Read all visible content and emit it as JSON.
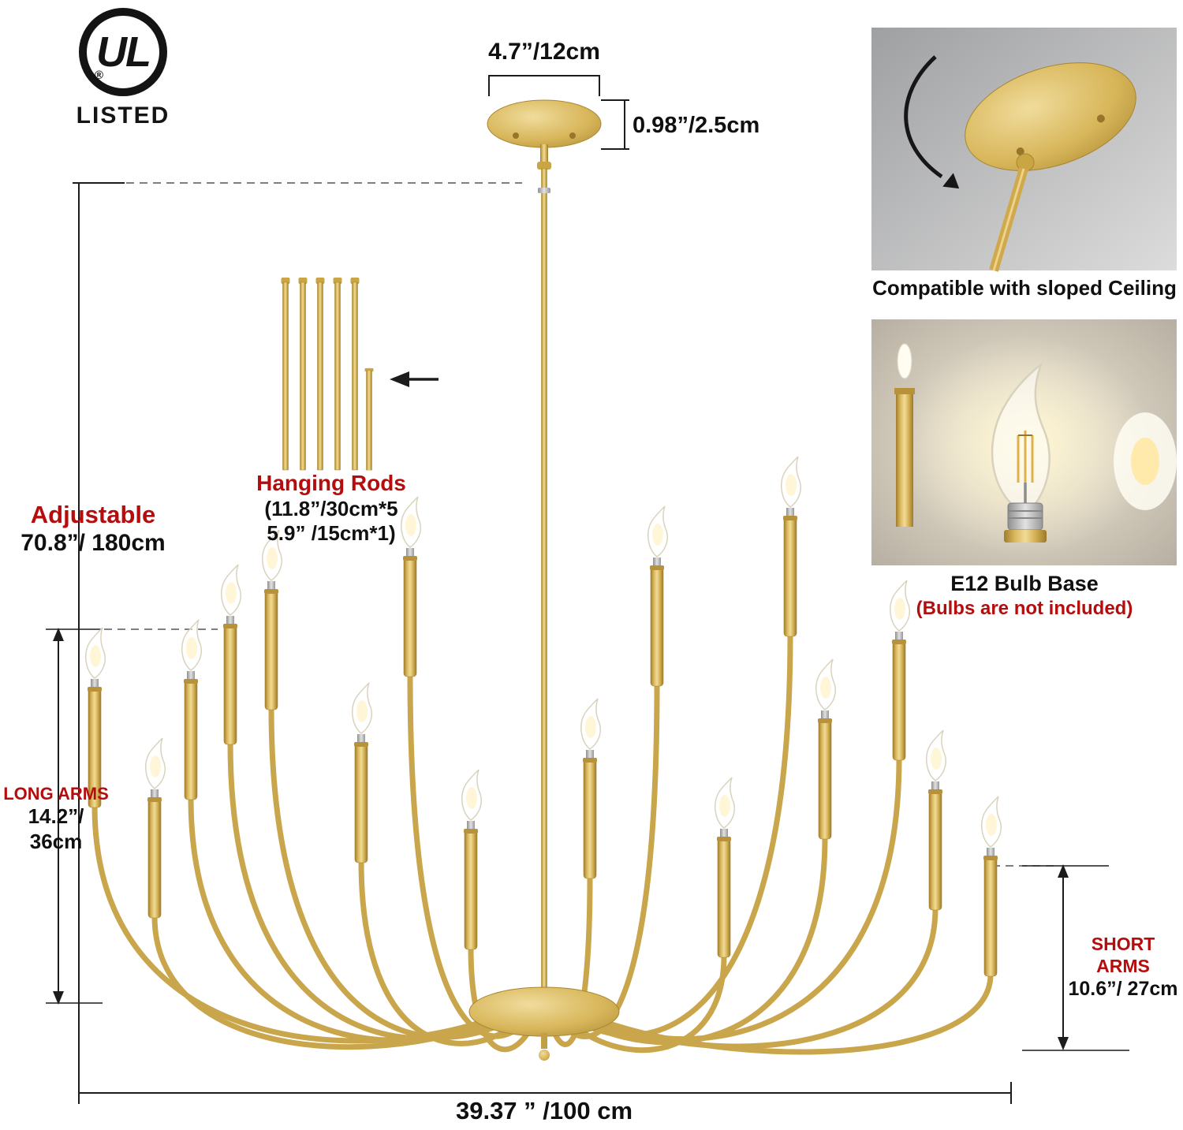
{
  "ul": {
    "mark": "UL",
    "registered": "®",
    "listed": "LISTED"
  },
  "labels": {
    "canopy_width": "4.7”/12cm",
    "canopy_height": "0.98”/2.5cm",
    "adjustable_title": "Adjustable",
    "adjustable_value": "70.8”/ 180cm",
    "hanging_rods_title": "Hanging Rods",
    "hanging_rods_line1": "(11.8”/30cm*5",
    "hanging_rods_line2": "5.9” /15cm*1)",
    "long_arms_title": "LONG ARMS",
    "long_arms_line1": "14.2”/",
    "long_arms_line2": "36cm",
    "short_arms_title": "SHORT ARMS",
    "short_arms_value": "10.6”/ 27cm",
    "overall_width": "39.37 ” /100 cm"
  },
  "insets": {
    "sloped_ceiling_caption": "Compatible with sloped Ceiling",
    "bulb_base_title": "E12 Bulb Base",
    "bulb_base_note": "(Bulbs are not included)"
  },
  "colors": {
    "gold": "#d2ae50",
    "accent_red": "#b50d0d",
    "text": "#101010"
  }
}
